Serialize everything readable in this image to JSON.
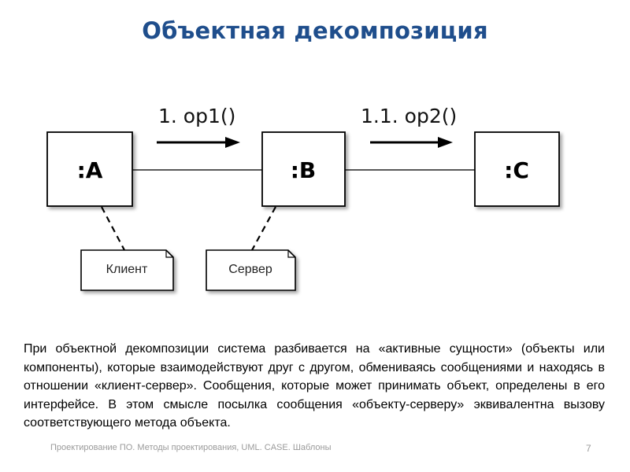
{
  "title": "Объектная декомпозиция",
  "diagram": {
    "objects": [
      ":A",
      ":B",
      ":C"
    ],
    "messages": [
      "1. op1()",
      "1.1. op2()"
    ],
    "notes": [
      "Клиент",
      "Сервер"
    ]
  },
  "description": "При объектной декомпозиции система разбивается на «активные сущности» (объекты или компоненты), которые взаимодействуют друг с другом, обмениваясь сообщениями и находясь в отношении «клиент-сервер». Сообщения, которые может принимать объект, определены в его интерфейсе. В этом смысле посылка сообщения «объекту-серверу» эквивалентна вызову соответствующего метода объекта.",
  "footer": "Проектирование ПО. Методы проектирования, UML. CASE. Шаблоны",
  "page_number": "7"
}
